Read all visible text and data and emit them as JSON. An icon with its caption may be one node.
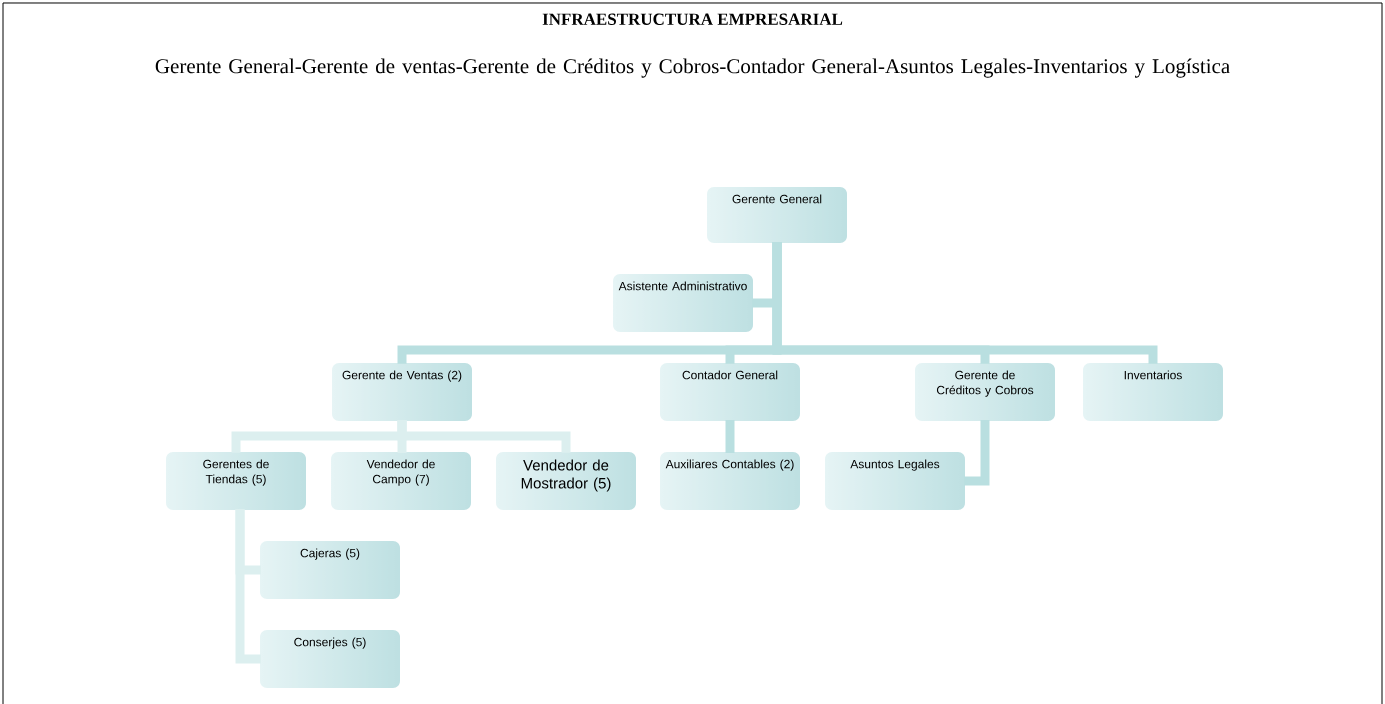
{
  "diagram": {
    "title": "INFRAESTRUCTURA EMPRESARIAL",
    "nodes": [
      {
        "text": [
          "Gerente General"
        ]
      },
      {
        "text": [
          "Asistente Administrativo"
        ]
      },
      {
        "text": [
          "Gerente de Ventas (2)"
        ]
      },
      {
        "text": [
          "Contador General"
        ]
      },
      {
        "text": [
          "Gerente de Créditos y Cobros"
        ]
      },
      {
        "text": [
          "Inventarios"
        ]
      },
      {
        "text": [
          "Gerentes de Tiendas (5)"
        ]
      },
      {
        "text": [
          "Vendedor de Campo (7)"
        ]
      },
      {
        "text": [
          "Vendedor de Mostrador (5)"
        ]
      },
      {
        "text": [
          "Auxiliares Contables (2)"
        ]
      },
      {
        "text": [
          "Asuntos Legales"
        ]
      },
      {
        "text": [
          "Cajeras (5)"
        ]
      },
      {
        "text": [
          "Conserjes (5)"
        ]
      }
    ],
    "edges": [
      {
        "from": 0,
        "to": 1,
        "arrow": "none"
      },
      {
        "from": 0,
        "to": 2,
        "arrow": "none"
      },
      {
        "from": 0,
        "to": 3,
        "arrow": "none"
      },
      {
        "from": 0,
        "to": 4,
        "arrow": "none"
      },
      {
        "from": 0,
        "to": 5,
        "arrow": "none"
      },
      {
        "from": 2,
        "to": 6,
        "arrow": "none",
        "color": "#dcefef"
      },
      {
        "from": 2,
        "to": 7,
        "arrow": "none",
        "color": "#dcefef"
      },
      {
        "from": 2,
        "to": 8,
        "arrow": "none",
        "color": "#dcefef"
      },
      {
        "from": 3,
        "to": 9,
        "arrow": "none"
      },
      {
        "from": 4,
        "to": 10,
        "arrow": "none"
      },
      {
        "from": 6,
        "to": 11,
        "arrow": "none",
        "color": "#dcefef"
      },
      {
        "from": 6,
        "to": 12,
        "arrow": "none",
        "color": "#dcefef"
      }
    ],
    "labels": [
      "Gerente General-Gerente de ventas-Gerente de Créditos y Cobros-Contador General-Asuntos Legales-Inventarios y Logística"
    ]
  }
}
